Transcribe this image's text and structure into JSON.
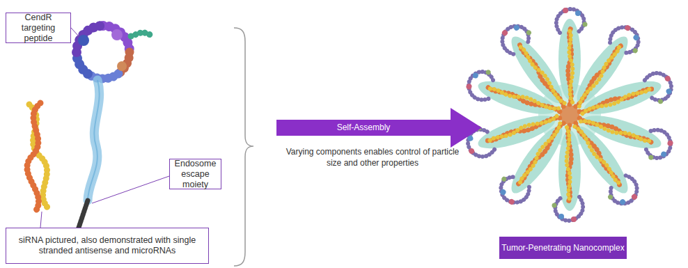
{
  "diagram": {
    "nodes": [
      {
        "text": [
          "CendR targeting peptide"
        ]
      },
      {
        "text": [
          "Endosome escape moiety"
        ]
      },
      {
        "text": [
          "siRNA pictured, also demonstrated with single stranded antisense and microRNAs"
        ]
      },
      {
        "text": [
          "Self-Assembly"
        ]
      },
      {
        "text": [
          "Tumor-Penetrating Nanocomplex"
        ]
      }
    ],
    "labels": [
      "Varying components enables control of particle size and other properties"
    ]
  }
}
